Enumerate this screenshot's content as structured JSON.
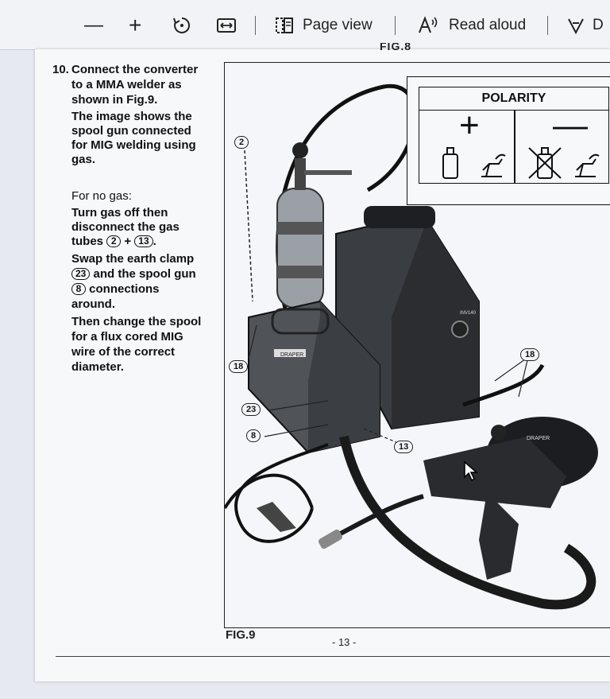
{
  "toolbar": {
    "zoom_out_label": "—",
    "zoom_in_label": "+",
    "page_view_label": "Page view",
    "read_aloud_label": "Read aloud",
    "draw_label": "D",
    "icons": [
      "zoom-out-icon",
      "zoom-in-icon",
      "rotate-icon",
      "fit-width-icon",
      "page-view-icon",
      "read-aloud-icon",
      "draw-icon"
    ]
  },
  "page": {
    "fig_top_label": "FIG.8",
    "step_number": "10.",
    "step_lines": [
      "Connect the converter",
      "to a MMA welder as",
      "shown in Fig.9."
    ],
    "image_lines": [
      "The image shows the",
      "spool gun connected",
      "for MIG welding using",
      "gas."
    ],
    "no_gas_heading": "For no gas:",
    "turn_off_lines": [
      "Turn gas off then",
      "disconnect the gas"
    ],
    "tubes_prefix": "tubes",
    "tubes_ref_a": "2",
    "tubes_plus": "+",
    "tubes_ref_b": "13",
    "tubes_suffix": ".",
    "swap_line": "Swap the earth clamp",
    "clamp_ref": "23",
    "clamp_text": "and the spool gun",
    "gun_ref": "8",
    "gun_text": "connections",
    "around_text": "around.",
    "spool_lines": [
      "Then change the spool",
      "for a flux cored MIG",
      "wire of the correct",
      "diameter."
    ],
    "polarity_title": "POLARITY",
    "polarity_plus": "+",
    "polarity_minus": "—",
    "callouts": [
      "2",
      "18",
      "23",
      "8",
      "13",
      "18"
    ],
    "device_badge": "DRAPER",
    "device_label": "INV140",
    "fig_caption": "FIG.9",
    "page_number": "- 13 -"
  },
  "colors": {
    "toolbar_bg": "#f2f3f6",
    "page_bg": "#f7f8fa",
    "text": "#111111"
  }
}
